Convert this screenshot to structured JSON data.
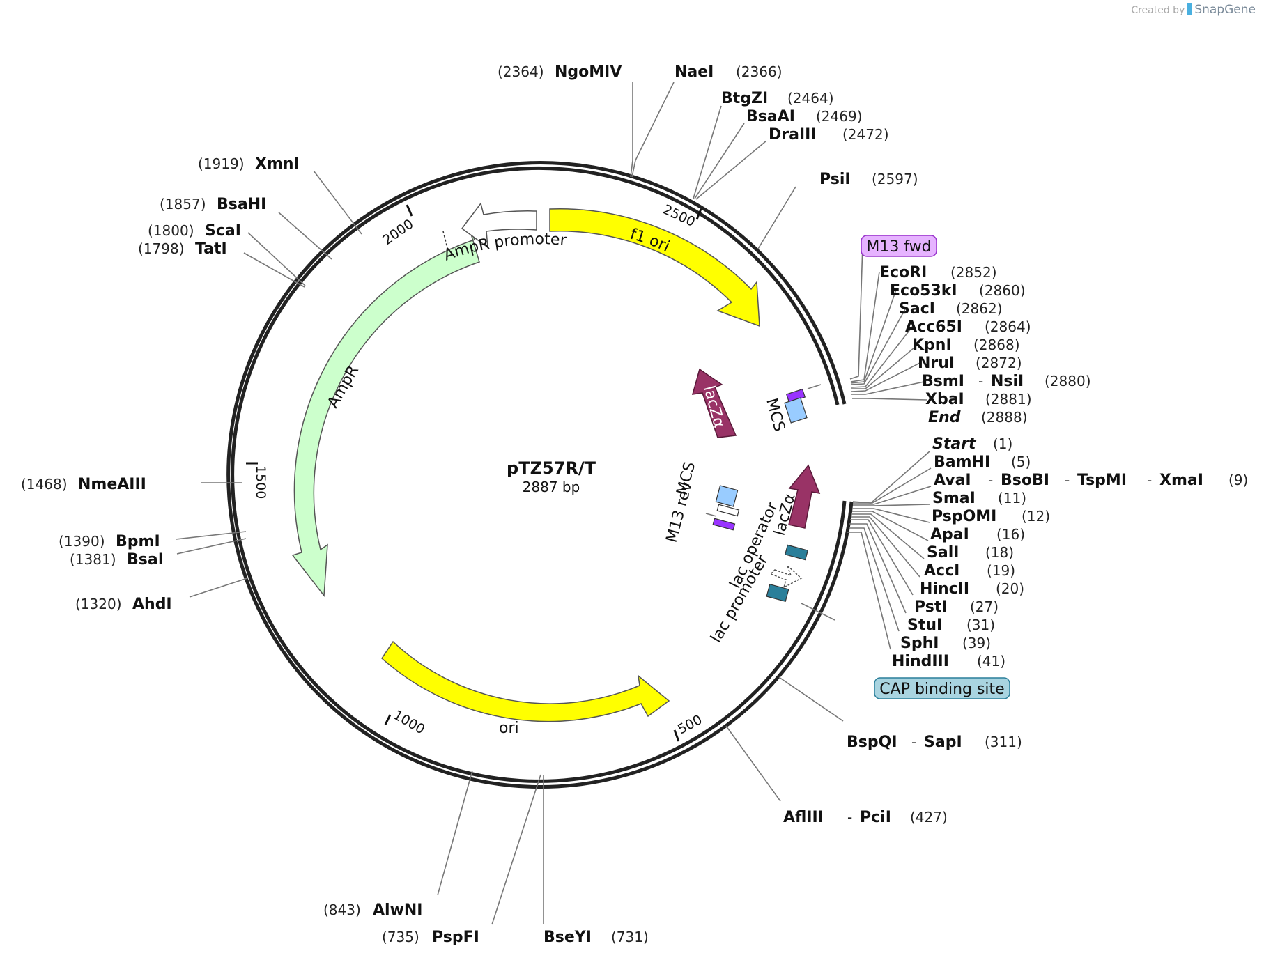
{
  "credit": {
    "prefix": "Created by",
    "brand": "SnapGene"
  },
  "plasmid": {
    "name": "pTZ57R/T",
    "size": "2887 bp"
  },
  "ticks": [
    "500",
    "1000",
    "1500",
    "2000",
    "2500"
  ],
  "features": {
    "ampr": "AmpR",
    "ampr_promoter": "AmpR promoter",
    "f1_ori": "f1 ori",
    "ori": "ori",
    "lacza_top": "lacZα",
    "mcs_top": "MCS",
    "m13_rev": "M13 rev",
    "mcs_bottom": "MCS",
    "lacza_bottom": "lacZα",
    "lac_operator": "lac operator",
    "lac_promoter": "lac promoter",
    "m13_fwd": "M13 fwd",
    "cap_binding_site": "CAP binding site"
  },
  "sites": {
    "ngomiv": {
      "name": "NgoMIV",
      "pos": "(2364)"
    },
    "naei": {
      "name": "NaeI",
      "pos": "(2366)"
    },
    "btgzi": {
      "name": "BtgZI",
      "pos": "(2464)"
    },
    "bsaai": {
      "name": "BsaAI",
      "pos": "(2469)"
    },
    "draiii": {
      "name": "DraIII",
      "pos": "(2472)"
    },
    "psii": {
      "name": "PsiI",
      "pos": "(2597)"
    },
    "xmni": {
      "name": "XmnI",
      "pos": "(1919)"
    },
    "bsahi": {
      "name": "BsaHI",
      "pos": "(1857)"
    },
    "scai": {
      "name": "ScaI",
      "pos": "(1800)"
    },
    "tati": {
      "name": "TatI",
      "pos": "(1798)"
    },
    "nmeaiii": {
      "name": "NmeAIII",
      "pos": "(1468)"
    },
    "bpmi": {
      "name": "BpmI",
      "pos": "(1390)"
    },
    "bsai": {
      "name": "BsaI",
      "pos": "(1381)"
    },
    "ahdi": {
      "name": "AhdI",
      "pos": "(1320)"
    },
    "ecori": {
      "name": "EcoRI",
      "pos": "(2852)"
    },
    "eco53ki": {
      "name": "Eco53kI",
      "pos": "(2860)"
    },
    "saci": {
      "name": "SacI",
      "pos": "(2862)"
    },
    "acc65i": {
      "name": "Acc65I",
      "pos": "(2864)"
    },
    "kpni": {
      "name": "KpnI",
      "pos": "(2868)"
    },
    "nrui": {
      "name": "NruI",
      "pos": "(2872)"
    },
    "bsmi_nsii": {
      "name": "BsmI",
      "name2": "NsiI",
      "pos": "(2880)"
    },
    "xbai": {
      "name": "XbaI",
      "pos": "(2881)"
    },
    "end": {
      "name": "End",
      "pos": "(2888)"
    },
    "start": {
      "name": "Start",
      "pos": "(1)"
    },
    "bamhi": {
      "name": "BamHI",
      "pos": "(5)"
    },
    "avai_group": {
      "name": "AvaI",
      "name2": "BsoBI",
      "name3": "TspMI",
      "name4": "XmaI",
      "pos": "(9)"
    },
    "smai": {
      "name": "SmaI",
      "pos": "(11)"
    },
    "pspomi": {
      "name": "PspOMI",
      "pos": "(12)"
    },
    "apai": {
      "name": "ApaI",
      "pos": "(16)"
    },
    "sali": {
      "name": "SalI",
      "pos": "(18)"
    },
    "acci": {
      "name": "AccI",
      "pos": "(19)"
    },
    "hincii": {
      "name": "HincII",
      "pos": "(20)"
    },
    "psti": {
      "name": "PstI",
      "pos": "(27)"
    },
    "stui": {
      "name": "StuI",
      "pos": "(31)"
    },
    "sphi": {
      "name": "SphI",
      "pos": "(39)"
    },
    "hindiii": {
      "name": "HindIII",
      "pos": "(41)"
    },
    "bspqi_sapi": {
      "name": "BspQI",
      "name2": "SapI",
      "pos": "(311)"
    },
    "afliii_pcii": {
      "name": "AflIII",
      "name2": "PciI",
      "pos": "(427)"
    },
    "alwni": {
      "name": "AlwNI",
      "pos": "(843)"
    },
    "pspfi": {
      "name": "PspFI",
      "pos": "(735)"
    },
    "bseyi": {
      "name": "BseYI",
      "pos": "(731)"
    }
  },
  "colors": {
    "backbone": "#222222",
    "ori_yellow": "#ffff00",
    "ampr_green": "#ccffcc",
    "lacz_magenta": "#993366",
    "mcs_blue": "#99ccff",
    "primer_purple": "#9933ff",
    "operator_teal": "#2a7f9a",
    "m13fwd_box": "#e6b3ff",
    "cap_box": "#a9d4e0"
  }
}
